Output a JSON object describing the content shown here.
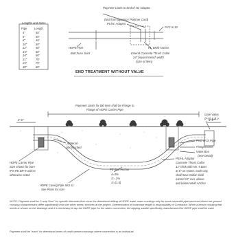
{
  "table": {
    "title": "Lengths and Sizes",
    "col_a": "Pipe",
    "col_b": "Length",
    "rows": [
      [
        "4\"",
        "40'"
      ],
      [
        "6\"",
        "40'"
      ],
      [
        "8\"",
        "40'"
      ],
      [
        "10\"",
        "50'"
      ],
      [
        "12\"",
        "50'"
      ],
      [
        "15\"",
        "60'"
      ],
      [
        "18\"",
        "60'"
      ],
      [
        "21\"",
        "70'"
      ],
      [
        "24\"",
        "70'"
      ],
      [
        "30\"",
        "80'"
      ]
    ]
  },
  "top_detail": {
    "label_limits": "Payment Limits to End of HL Adaptor",
    "label_flex": "(Not from tapering / Polymer Card)",
    "label_flex2": "PL/HL Adaptor",
    "label_pvc": "PVC or DI",
    "label_hdpe": "HDPE Pipe",
    "label_butt": "Butt Fuse Joint",
    "label_anchor": "HL Weld Anchor",
    "label_extend": "Extend Concrete Thrust Collar",
    "label_extend2": "24\" beyond trench width",
    "label_extend3": "(size of item)",
    "title": "END TREATMENT WITHOUT VALVE"
  },
  "section": {
    "label_limits": "Payment Limits for Bid Item shall be Flange to",
    "label_limits2": "Flange of HDPE Carrier Pipe",
    "label_dim": "3'-6\"",
    "label_dim_r": "3'-6\"",
    "label_gate": "Gate Valve,",
    "label_gate2": "(F-F) & B.V.",
    "label_material": "Material",
    "label_material2": "Undisturbed",
    "label_pvc": "PVC or DI Pipe",
    "label_flange": "Flanged End",
    "label_valve": "Valve Box",
    "label_valve2": "(See Detail)",
    "label_carrier": "HDPE Carrier Pipe",
    "label_carrier2": "Size shown for bore",
    "label_carrier3": "IPS PE DR-9 unless",
    "label_carrier4": "otherwise noted",
    "label_pe": "PE Bud Anchor",
    "label_pe2": "4=3%",
    "label_pe3": "3'= 2%",
    "label_pe4": "3'=(1.5)",
    "label_pehl": "PE/HL Adaptor",
    "label_conc": "Concrete Thrust Collar",
    "label_conc2": "12\" thick with No. 5 Bars",
    "label_conc3": "at 6\" on center, each way,",
    "label_conc4": "shall have Collar shall",
    "label_conc5": "extend 12\" min. above",
    "label_conc6": "and below Weld Anchor",
    "label_casing": "HDPE Casing Pipe Slot 11",
    "label_casing2": "See Plans for size"
  },
  "notes": {
    "note1": "NOTE: Payment shall be \"Lump Sum\" for specific elements that cover the directional drilling of HDPE water main crossings only for some essential pipe structure where the ground crossing characteristics differ significantly from the other areas; services at the project. Determination of horizontal length is responsibility of Contractor. When a trench crossing that needs is shown on the drawings and it is necessary to tap the HDPE pipe for the water connection, the tapping saddle specifically manufactured for HDPE pipe shall be used.",
    "note2": "Payment shall be \"each\" for directional bores of small stream crossings where connection is an individual"
  }
}
